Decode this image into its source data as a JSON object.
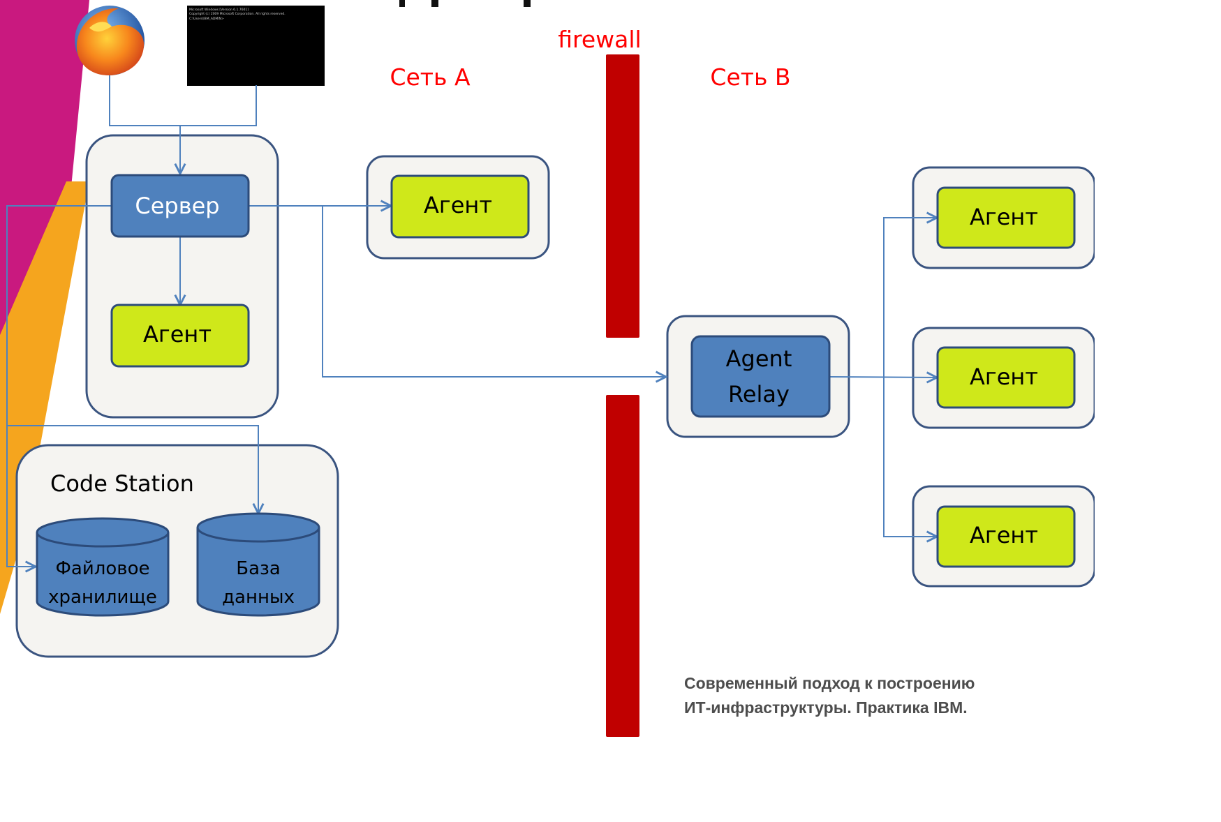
{
  "colors": {
    "accent_magenta": "#c9197f",
    "accent_orange": "#f5a51e",
    "firewall_red": "#c00000",
    "connector_blue": "#4f81bd",
    "node_blue": "#4f81bd",
    "node_green": "#cfe81a",
    "container_fill": "#f5f4f1",
    "container_stroke": "#3a5480",
    "label_red": "#ff0000"
  },
  "top_icons": [
    {
      "name": "firefox-icon"
    },
    {
      "name": "command-prompt-window",
      "lines": [
        "Microsoft Windows [Version 6.1.7601]",
        "Copyright (c) 2009 Microsoft Corporation.  All rights reserved.",
        "C:\\Users\\IBM_ADMIN>"
      ]
    }
  ],
  "diagram": {
    "firewall_label": "firewall",
    "network_a_label": "Сеть A",
    "network_b_label": "Сеть B",
    "server_label": "Сервер",
    "agent_label": "Агент",
    "relay_label_line1": "Agent",
    "relay_label_line2": "Relay",
    "code_station_label": "Code Station",
    "file_storage_line1": "Файловое",
    "file_storage_line2": "хранилище",
    "database_line1": "База",
    "database_line2": "данных"
  },
  "footer": {
    "line1": "Современный подход к построению",
    "line2": "ИТ-инфраструктуры. Практика IBM."
  }
}
